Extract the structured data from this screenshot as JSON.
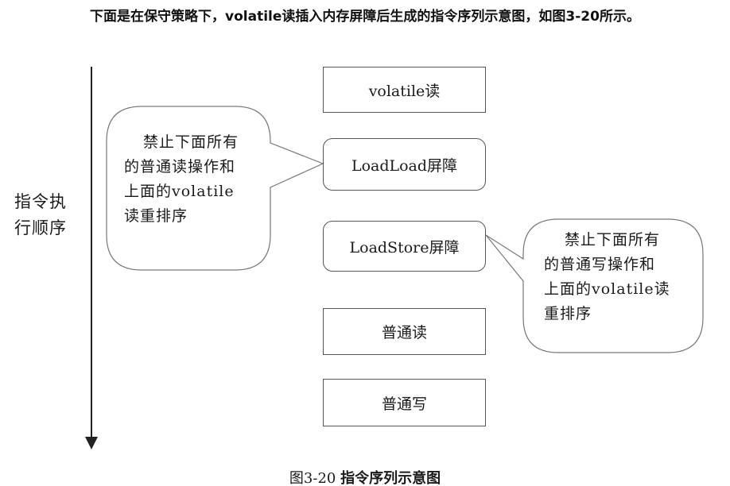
{
  "intro_text": "下面是在保守策略下，volatile读插入内存屏障后生成的指令序列示意图，如图3-20所示。",
  "axis": {
    "label_lines": [
      "指令执",
      "行顺序"
    ]
  },
  "steps": {
    "volatile_read": "volatile读",
    "loadload": "LoadLoad屏障",
    "loadstore": "LoadStore屏障",
    "normal_read": "普通读",
    "normal_write": "普通写"
  },
  "callouts": {
    "left_lines": [
      "禁止下面所有",
      "的普通读操作和",
      "上面的volatile",
      "读重排序"
    ],
    "right_lines": [
      "禁止下面所有",
      "的普通写操作和",
      "上面的volatile读",
      "重排序"
    ]
  },
  "caption": {
    "number": "图3-20",
    "title": "指令序列示意图"
  }
}
